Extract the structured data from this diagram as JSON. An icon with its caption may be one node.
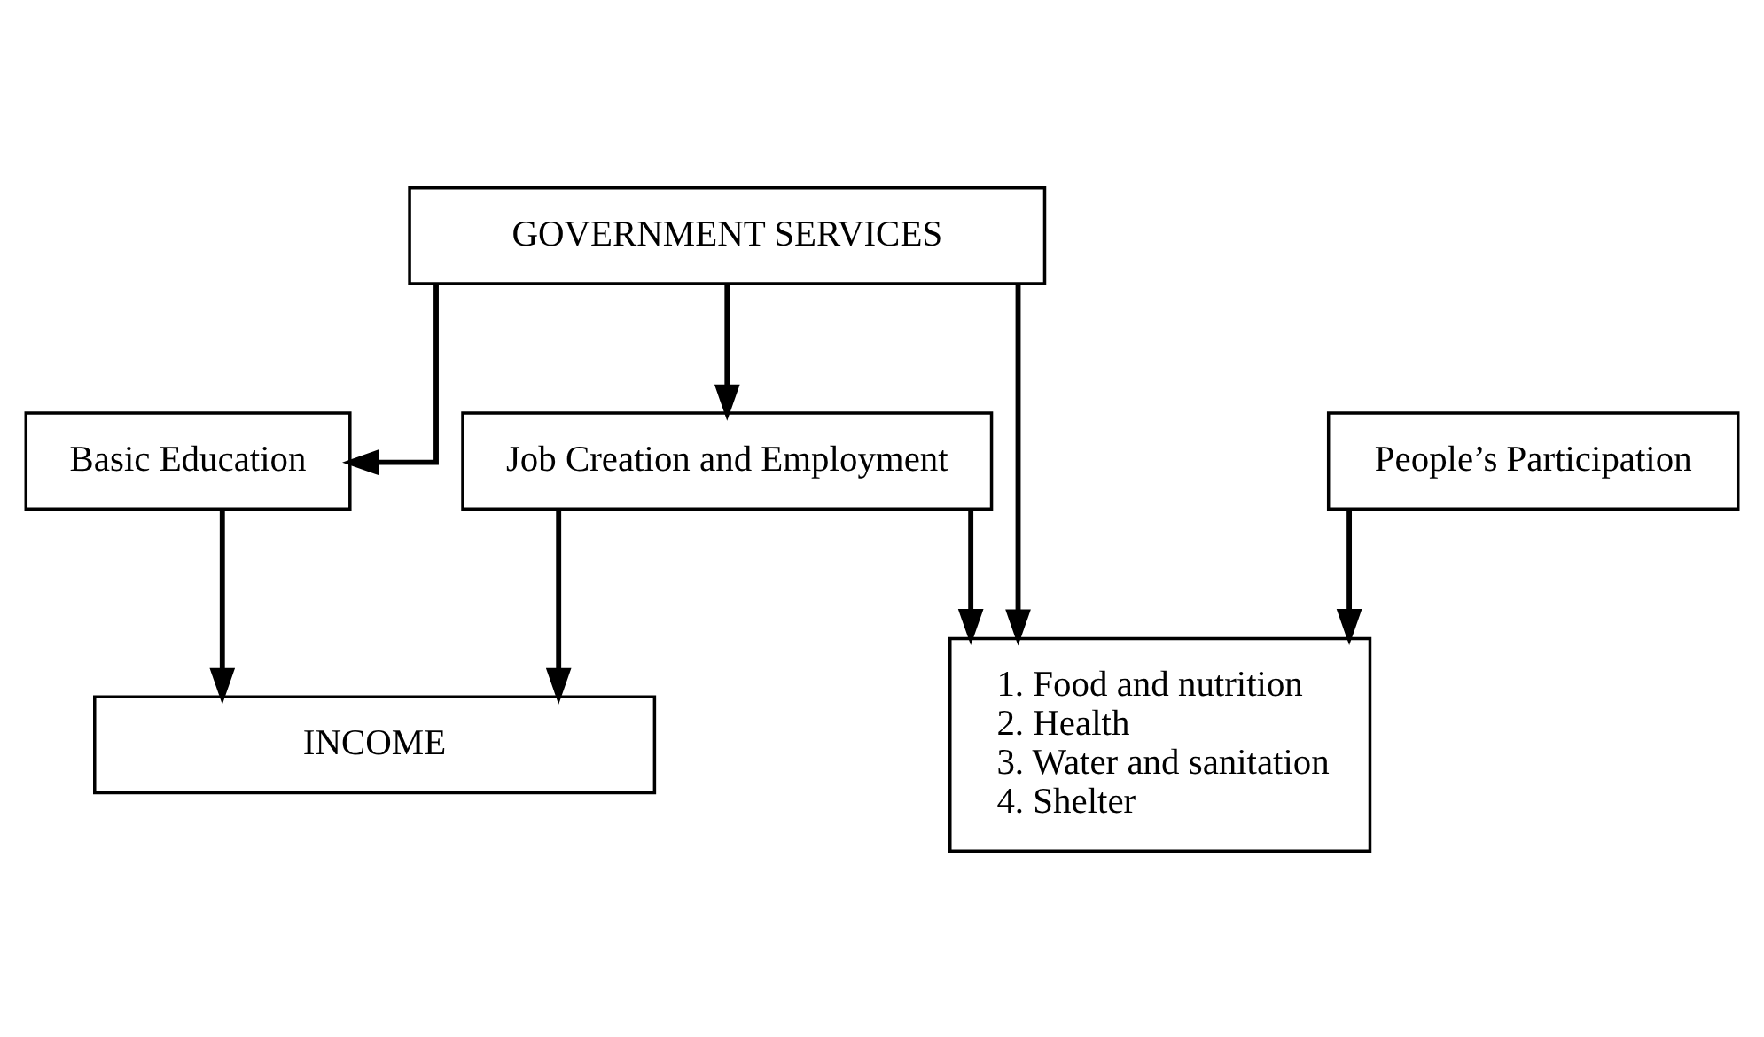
{
  "diagram": {
    "nodes": [
      {
        "text": [
          "GOVERNMENT SERVICES"
        ]
      },
      {
        "text": [
          "Basic Education"
        ]
      },
      {
        "text": [
          "Job Creation and Employment"
        ]
      },
      {
        "text": [
          "INCOME"
        ]
      },
      {
        "text": [
          "1. Food and nutrition",
          "2. Health",
          "3. Water and sanitation",
          "4. Shelter"
        ]
      },
      {
        "text": [
          "People’s Participation"
        ]
      }
    ],
    "edges": [
      {
        "from": 0,
        "to": 1,
        "arrow": "to"
      },
      {
        "from": 0,
        "to": 2,
        "arrow": "to"
      },
      {
        "from": 0,
        "to": 4,
        "arrow": "to"
      },
      {
        "from": 1,
        "to": 3,
        "arrow": "to"
      },
      {
        "from": 2,
        "to": 3,
        "arrow": "to"
      },
      {
        "from": 2,
        "to": 4,
        "arrow": "to"
      },
      {
        "from": 5,
        "to": 4,
        "arrow": "to"
      }
    ]
  }
}
